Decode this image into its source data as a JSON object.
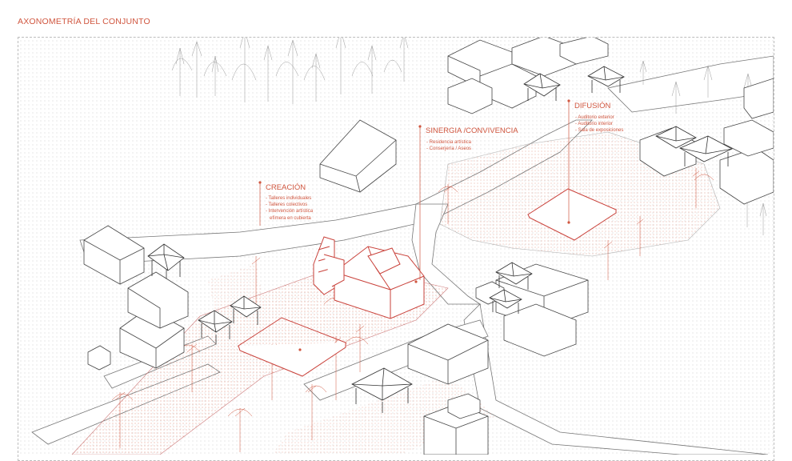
{
  "title": "AXONOMETRÍA DEL CONJUNTO",
  "zones": {
    "creacion": {
      "label": "CREACIÓN",
      "items": [
        "- Talleres individuales",
        "- Talleres colectivos",
        "- Intervención artística",
        "  efímera en cubierta"
      ]
    },
    "sinergia": {
      "label": "SINERGIA /CONVIVENCIA",
      "items": [
        "- Residencia artística",
        "- Conserjería / Aseos"
      ]
    },
    "difusion": {
      "label": "DIFUSIÓN",
      "items": [
        "- Auditorio exterior",
        "- Auditorio interior",
        "- Sala de exposiciones"
      ]
    }
  },
  "colors": {
    "accent": "#d0563f",
    "line": "#555555",
    "dots": "#c8c8c8"
  }
}
